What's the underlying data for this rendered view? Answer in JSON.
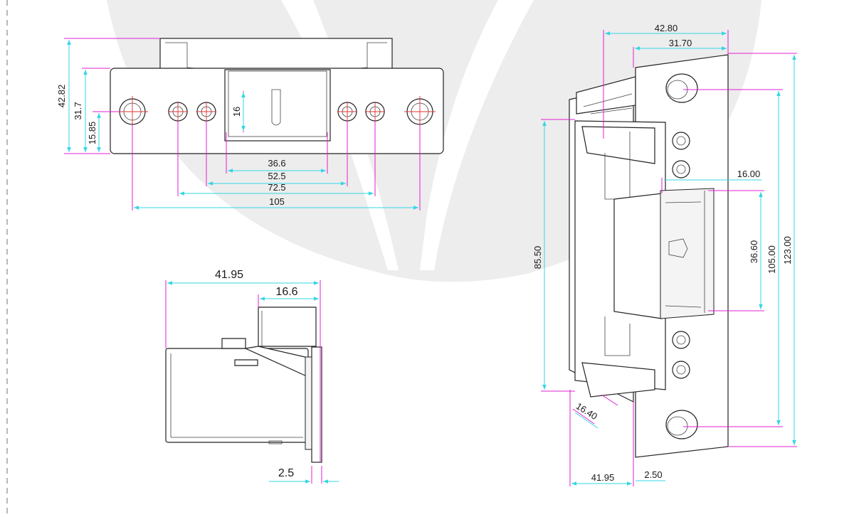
{
  "top_view": {
    "dims": {
      "height_overall": "42.82",
      "height_plate": "31.7",
      "height_half": "15.85",
      "keeper_depth": "16",
      "spacing_1": "36.6",
      "spacing_2": "52.5",
      "spacing_3": "72.5",
      "spacing_4": "105"
    }
  },
  "side_view": {
    "dims": {
      "depth_overall": "41.95",
      "depth_keeper": "16.6",
      "plate_thickness": "2.5"
    }
  },
  "iso_view": {
    "dims": {
      "width_overall": "42.80",
      "width_body": "31.70",
      "keeper_width": "16.00",
      "keeper_length": "36.60",
      "mount_spacing": "105.00",
      "plate_length": "123.00",
      "body_length": "85.50",
      "lip_width": "16.40",
      "body_depth": "41.95",
      "plate_thickness": "2.50"
    }
  },
  "colors": {
    "dimension_line": "#33d6e6",
    "extension_line": "#e21fd0",
    "centerline": "#e03030"
  }
}
